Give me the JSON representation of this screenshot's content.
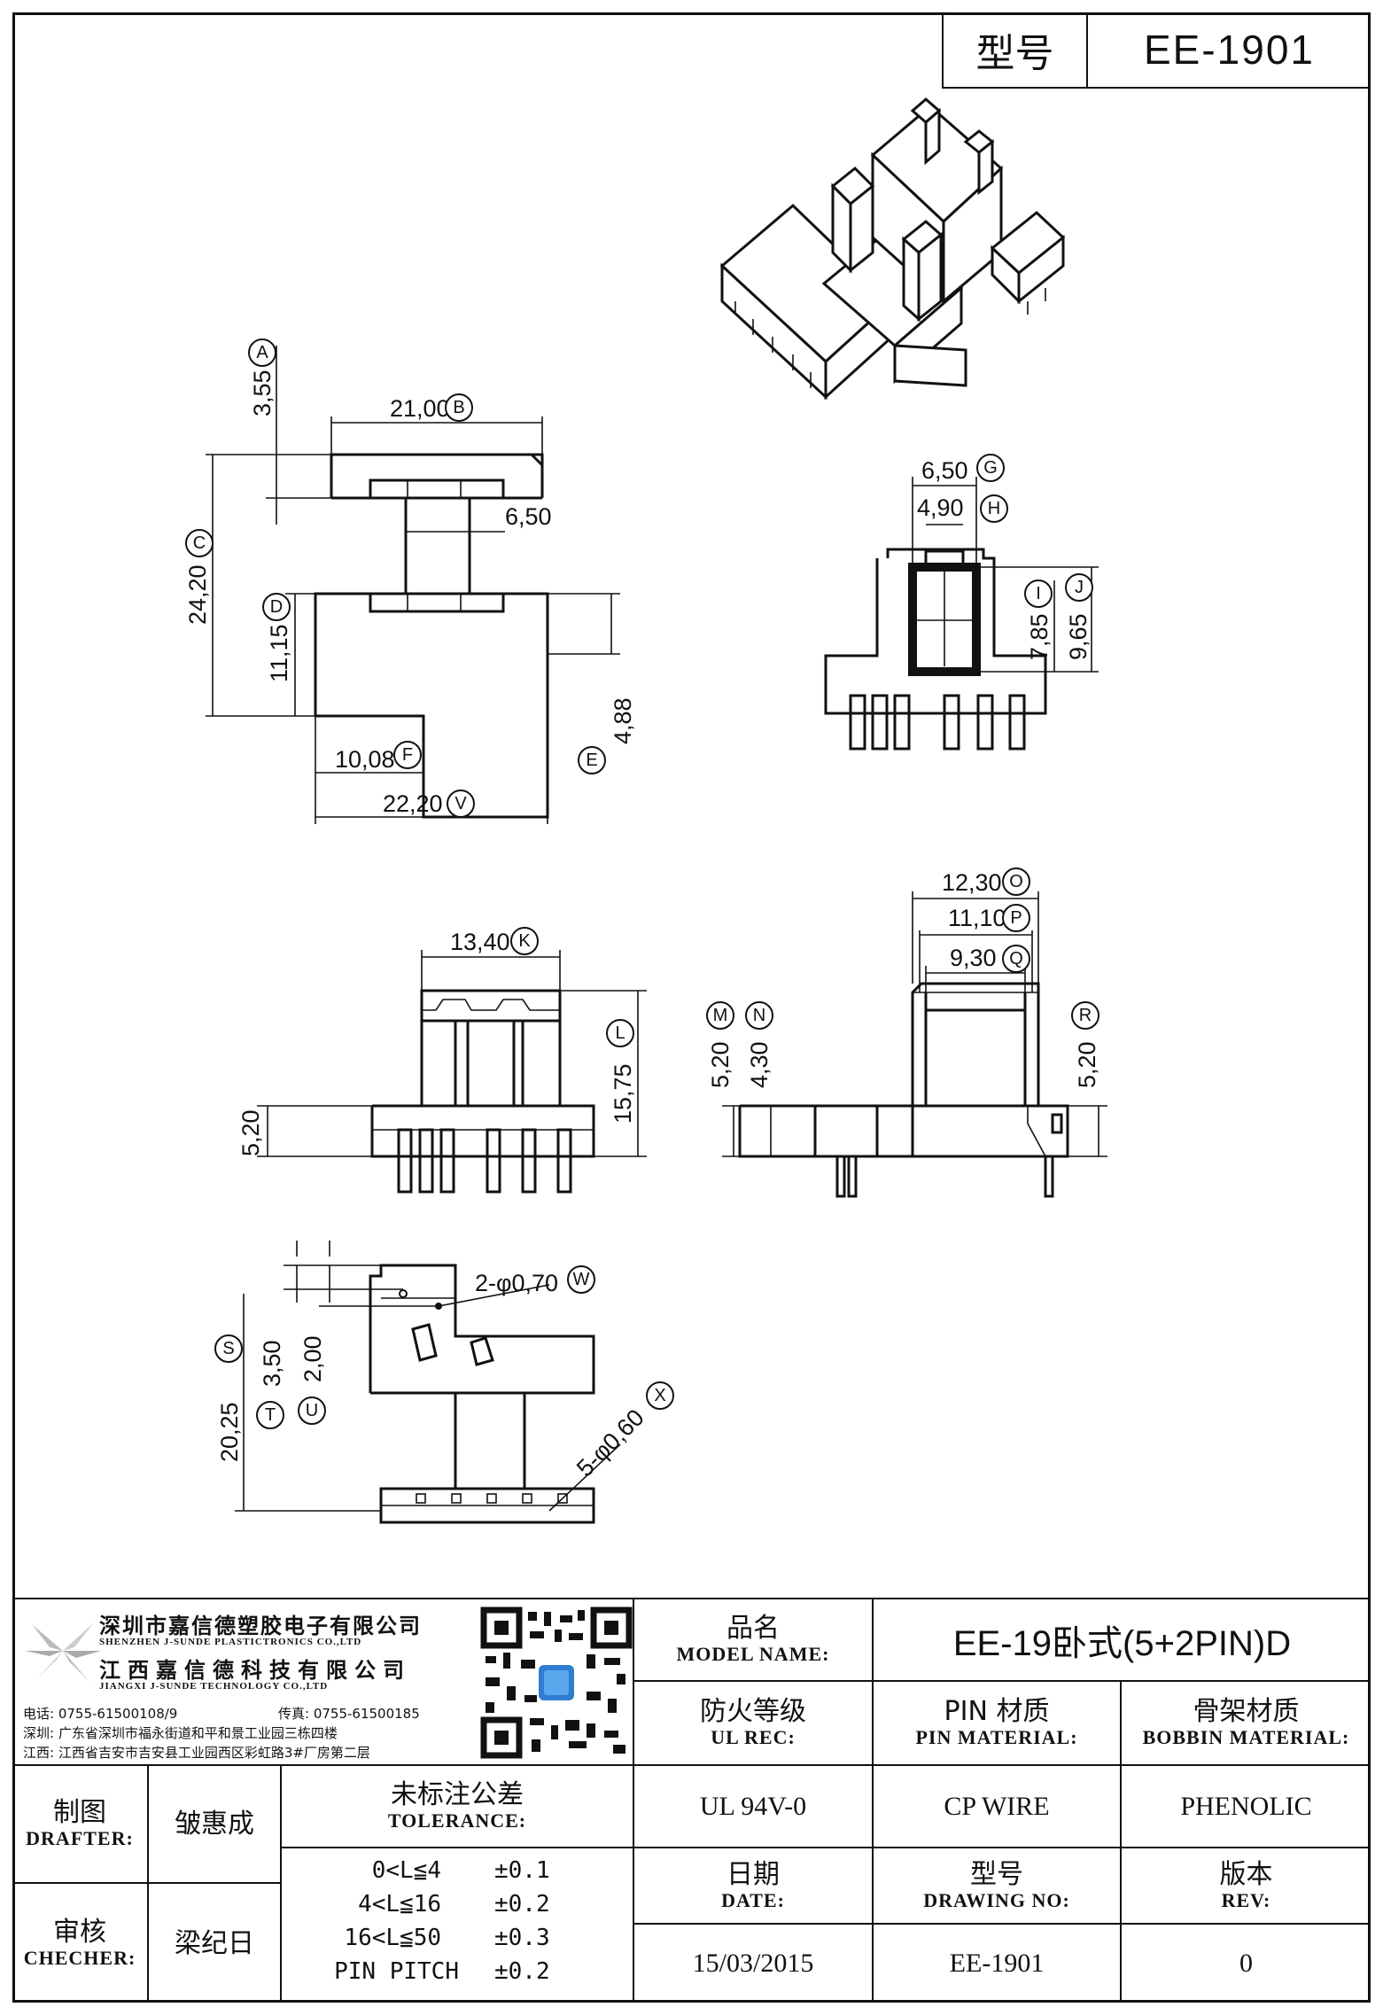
{
  "header": {
    "model_label": "型号",
    "model_value": "EE-1901"
  },
  "dimensions": {
    "A": "A",
    "B": "B",
    "C": "C",
    "D": "D",
    "E": "E",
    "F": "F",
    "V": "V",
    "G": "G",
    "H": "H",
    "I": "I",
    "J": "J",
    "K": "K",
    "L": "L",
    "M": "M",
    "N": "N",
    "O": "O",
    "P": "P",
    "Q": "Q",
    "R": "R",
    "S": "S",
    "T": "T",
    "U": "U",
    "W": "W",
    "X": "X",
    "v_3_55": "3,55",
    "v_21_00": "21,00",
    "v_6_50_top": "6,50",
    "v_24_20": "24,20",
    "v_11_15": "11,15",
    "v_4_88": "4,88",
    "v_10_08": "10,08",
    "v_22_20": "22,20",
    "v_6_50_g": "6,50",
    "v_4_90": "4,90",
    "v_7_85": "7,85",
    "v_9_65": "9,65",
    "v_13_40": "13,40",
    "v_15_75": "15,75",
    "v_5_20_left": "5,20",
    "v_12_30": "12,30",
    "v_11_10": "11,10",
    "v_9_30": "9,30",
    "v_5_20_m": "5,20",
    "v_4_30": "4,30",
    "v_5_20_r": "5,20",
    "v_2_phi_0_70": "2-φ0,70",
    "v_20_25": "20,25",
    "v_3_50": "3,50",
    "v_2_00": "2,00",
    "v_5_phi_0_60": "5-φ0,60"
  },
  "company": {
    "name_sz": "深圳市嘉信德塑胶电子有限公司",
    "name_sz_en": "SHENZHEN J-SUNDE PLASTICTRONICS CO.,LTD",
    "name_jx": "江西嘉信德科技有限公司",
    "name_jx_en": "JIANGXI J-SUNDE TECHNOLOGY CO.,LTD",
    "phone": "电话: 0755-61500108/9",
    "fax": "传真: 0755-61500185",
    "addr_sz": "深圳: 广东省深圳市福永街道和平和景工业园三栋四楼",
    "addr_jx": "江西: 江西省吉安市吉安县工业园西区彩虹路3#厂房第二层"
  },
  "title_block": {
    "model_name_zh": "品名",
    "model_name_en": "MODEL NAME:",
    "model_name_value": "EE-19卧式(5+2PIN)D",
    "ul_zh": "防火等级",
    "ul_en": "UL REC:",
    "pin_zh": "PIN 材质",
    "pin_en": "PIN MATERIAL:",
    "bobbin_zh": "骨架材质",
    "bobbin_en": "BOBBIN MATERIAL:",
    "ul_value": "UL 94V-0",
    "pin_value": "CP WIRE",
    "bobbin_value": "PHENOLIC",
    "date_zh": "日期",
    "date_en": "DATE:",
    "drawing_zh": "型号",
    "drawing_en": "DRAWING NO:",
    "rev_zh": "版本",
    "rev_en": "REV:",
    "date_value": "15/03/2015",
    "drawing_value": "EE-1901",
    "rev_value": "0",
    "drafter_zh": "制图",
    "drafter_en": "DRAFTER:",
    "drafter_name": "皱惠成",
    "checker_zh": "审核",
    "checker_en": "CHECHER:",
    "checker_name": "梁纪日",
    "tolerance_zh": "未标注公差",
    "tolerance_en": "TOLERANCE:",
    "tolerance_rows": [
      {
        "range": "0<L≦4",
        "value": "±0.1"
      },
      {
        "range": "4<L≦16",
        "value": "±0.2"
      },
      {
        "range": "16<L≦50",
        "value": "±0.3"
      },
      {
        "range": "PIN PITCH",
        "value": "±0.2"
      }
    ]
  }
}
